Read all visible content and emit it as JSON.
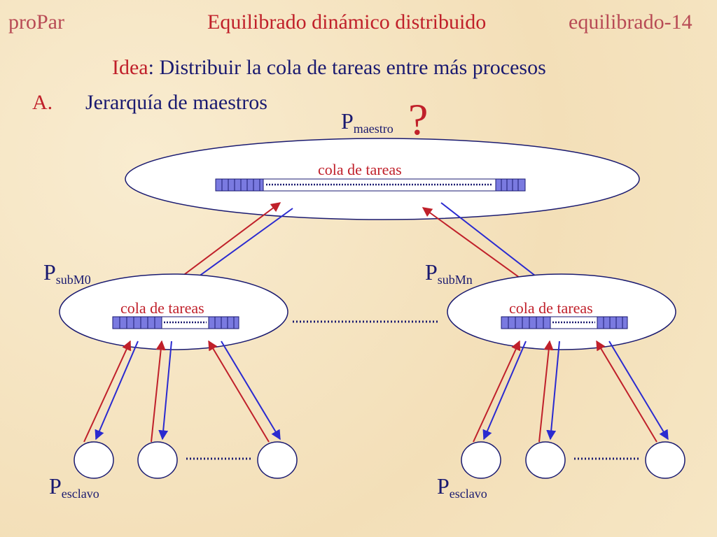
{
  "header": {
    "left": "proPar",
    "center": "Equilibrado dinámico distribuido",
    "right": "equilibrado-14"
  },
  "idea": {
    "keyword": "Idea",
    "text": ": Distribuir la cola de tareas entre más procesos"
  },
  "item": {
    "letter": "A.",
    "text": "Jerarquía de maestros"
  },
  "diagram": {
    "question_mark": "?",
    "master": {
      "p": "P",
      "sub": "maestro",
      "queue_label": "cola de tareas"
    },
    "sub_left": {
      "p": "P",
      "sub": "subM0",
      "queue_label": "cola de tareas"
    },
    "sub_right": {
      "p": "P",
      "sub": "subMn",
      "queue_label": "cola de tareas"
    },
    "slave_left": {
      "p": "P",
      "sub": "esclavo"
    },
    "slave_right": {
      "p": "P",
      "sub": "esclavo"
    },
    "colors": {
      "ink": "#1a1a70",
      "red": "#c0202a",
      "blue": "#2a2ad0",
      "queue_fill": "#7a7ae0"
    }
  }
}
